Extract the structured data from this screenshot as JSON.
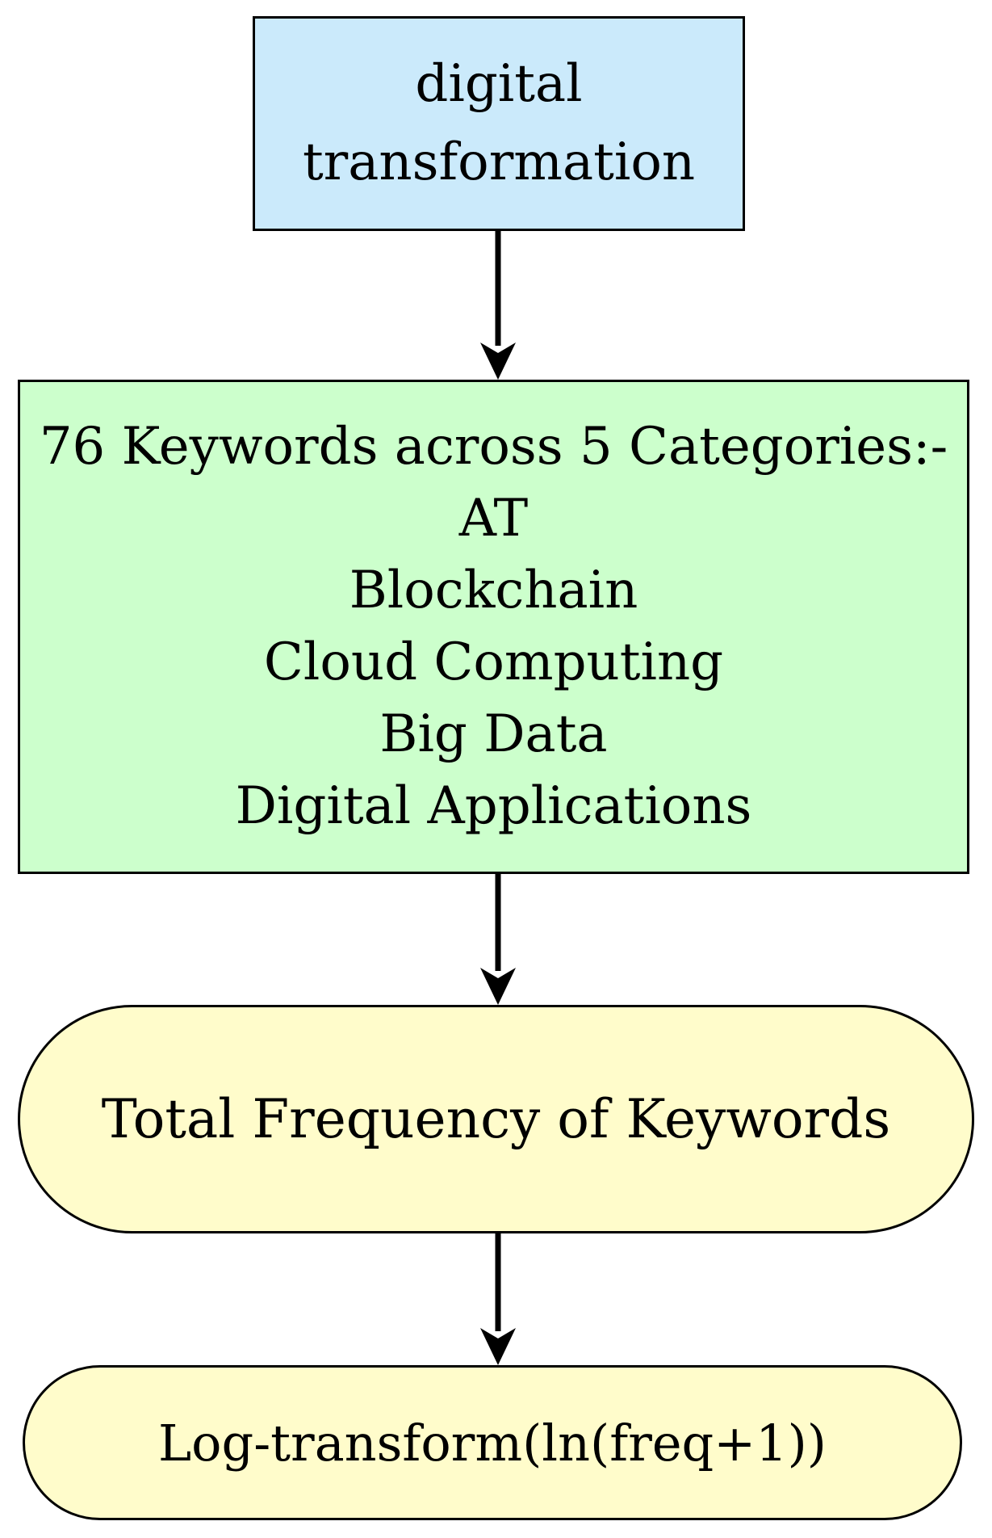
{
  "diagram": {
    "type": "flowchart",
    "background_color": "#FFFFFF",
    "nodes": [
      {
        "name": "digital-transformation",
        "shape": "rectangle",
        "fill": "#CBEAFB",
        "border_color": "#000000",
        "lines": [
          "digital",
          "transformation"
        ]
      },
      {
        "name": "keyword-categories",
        "shape": "rectangle",
        "fill": "#CCFFCC",
        "border_color": "#000000",
        "lines": [
          "76 Keywords across 5 Categories:-",
          "AT",
          "Blockchain",
          "Cloud Computing",
          "Big Data",
          "Digital Applications"
        ]
      },
      {
        "name": "total-frequency",
        "shape": "stadium",
        "fill": "#FFFCCB",
        "border_color": "#000000",
        "lines": [
          "Total Frequency of Keywords"
        ]
      },
      {
        "name": "log-transform",
        "shape": "stadium",
        "fill": "#FFFCCB",
        "border_color": "#000000",
        "lines": [
          "Log-transform(ln(freq+1))"
        ]
      }
    ],
    "connectors": [
      {
        "from": "digital-transformation",
        "to": "keyword-categories",
        "style": "solid-down-arrow",
        "color": "#000000"
      },
      {
        "from": "keyword-categories",
        "to": "total-frequency",
        "style": "solid-down-arrow",
        "color": "#000000"
      },
      {
        "from": "total-frequency",
        "to": "log-transform",
        "style": "solid-down-arrow",
        "color": "#000000"
      }
    ]
  }
}
